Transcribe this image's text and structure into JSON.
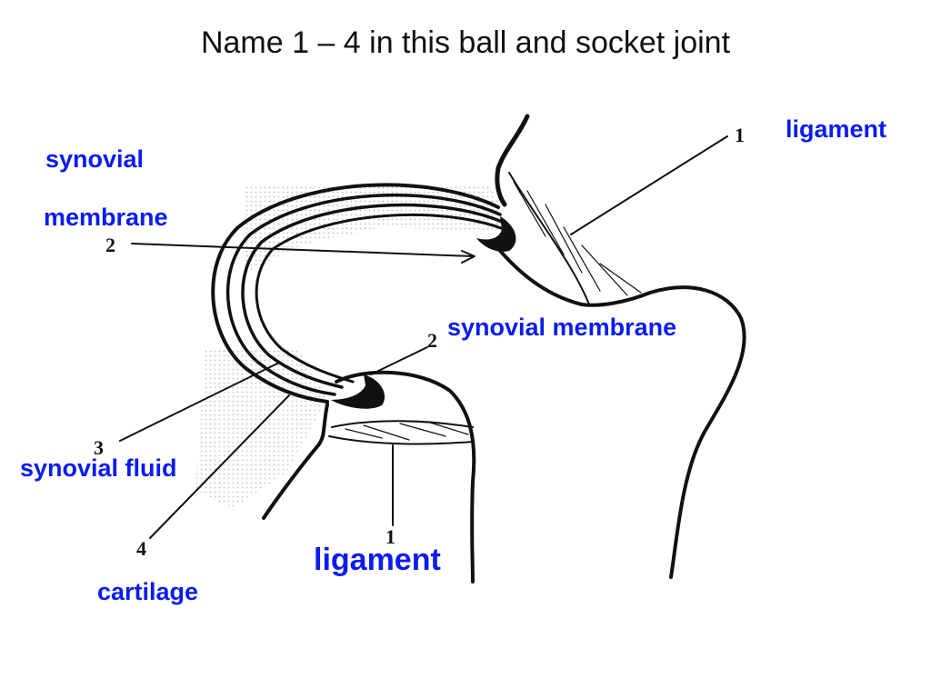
{
  "title": "Name 1 – 4 in this ball and socket joint",
  "colors": {
    "label_blue": "#0a1cf0",
    "ink": "#111111",
    "stipple": "#c9c9c9"
  },
  "diagram": {
    "numbers": {
      "n1_top": "1",
      "n2_left": "2",
      "n2_mid": "2",
      "n3": "3",
      "n4": "4",
      "n1_bottom": "1"
    }
  },
  "labels": {
    "ligament_top": "ligament",
    "synovial_line1": "synovial",
    "membrane_line2": "membrane",
    "synovial_membrane_mid": "synovial membrane",
    "synovial_fluid": "synovial fluid",
    "cartilage": "cartilage",
    "ligament_bottom": "ligament"
  }
}
